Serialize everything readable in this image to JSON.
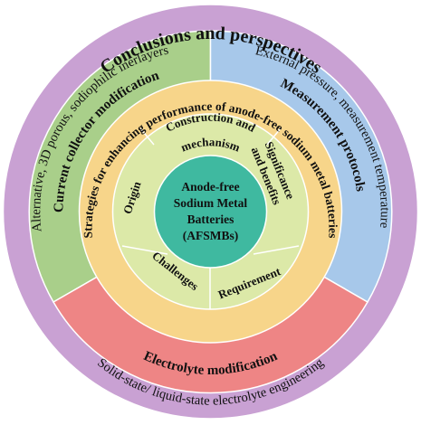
{
  "outer_ring": {
    "title": "Conclusions and perspectives",
    "color": "#c9a1d3"
  },
  "quadrants": {
    "current_collector": {
      "title": "Current collector modification",
      "subtitle": "Alternative, 3D porous, sodiophilic inerlayers",
      "color": "#a9cf8a"
    },
    "measurement": {
      "title": "Measurement protocols",
      "subtitle": "External pressure, measurement temperature",
      "color": "#a7c8ea"
    },
    "electrolyte": {
      "title": "Electrolyte modification",
      "subtitle": "Solid-state/ liquid-state electrolyte engineering",
      "color": "#ee8585"
    }
  },
  "strategies_ring": {
    "label": "Strategies for enhancing performance of anode-free sodium metal batteries",
    "color": "#f7d58a"
  },
  "inner_ring": {
    "color": "#dce9a8",
    "sectors": {
      "origin": "Origin",
      "construction_line1": "Construction and",
      "construction_line2": "mechanism",
      "significance_line1": "Significance",
      "significance_line2": "and benefits",
      "requirement": "Requirement",
      "challenges": "Challenges"
    }
  },
  "center": {
    "line1": "Anode-free",
    "line2": "Sodium Metal",
    "line3": "Batteries",
    "line4": "(AFSMBs)",
    "color": "#3fb9a0"
  }
}
